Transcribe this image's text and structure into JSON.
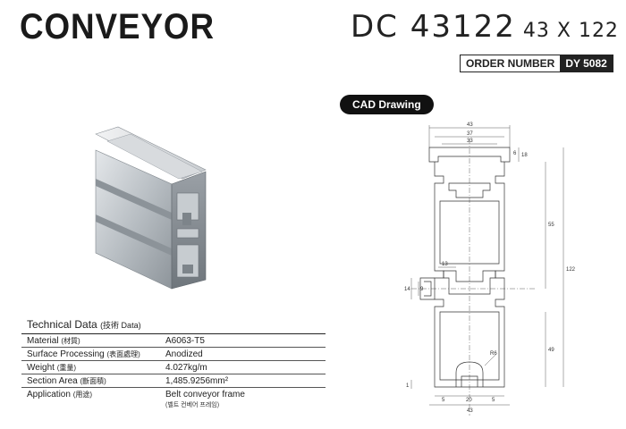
{
  "header": {
    "title": "CONVEYOR",
    "model": "DC 43122",
    "dimensions": "43 X 122",
    "order_label": "ORDER NUMBER",
    "order_number": "DY 5082"
  },
  "cad_label": "CAD Drawing",
  "tech": {
    "heading": "Technical Data",
    "heading_sub": "(技術  Data)",
    "rows": [
      {
        "key": "Material",
        "key_sub": "(材質)",
        "value": "A6063-T5"
      },
      {
        "key": "Surface Processing",
        "key_sub": "(表面處理)",
        "value": "Anodized"
      },
      {
        "key": "Weight",
        "key_sub": "(重量)",
        "value": "4.027kg/m"
      },
      {
        "key": "Section Area",
        "key_sub": "(斷面積)",
        "value": "1,485.9256mm²"
      },
      {
        "key": "Application",
        "key_sub": "(用途)",
        "value": "Belt conveyor frame"
      }
    ],
    "application_note": "(벨트 컨베어 프레임)"
  },
  "cad_dims": {
    "top_overall": "43",
    "top_inner": "37",
    "top_slot": "33",
    "top_right": "6",
    "top_right_height": "18",
    "mid_height": "55",
    "total_height": "122",
    "center_left_gap": "13",
    "left_14": "14",
    "left_9": "9",
    "lower_height": "49",
    "corner_radius": "R6",
    "bottom_side_left": "5",
    "bottom_slot": "20",
    "bottom_side_right": "5",
    "bottom_overall": "43",
    "bottom_left_small": "1"
  }
}
